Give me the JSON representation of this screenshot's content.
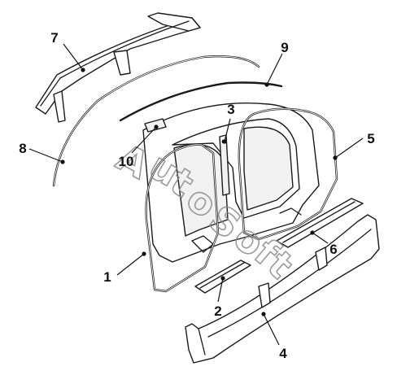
{
  "diagram": {
    "callouts": [
      {
        "id": "c1",
        "label": "1"
      },
      {
        "id": "c2",
        "label": "2"
      },
      {
        "id": "c3",
        "label": "3"
      },
      {
        "id": "c4",
        "label": "4"
      },
      {
        "id": "c5",
        "label": "5"
      },
      {
        "id": "c6",
        "label": "6"
      },
      {
        "id": "c7",
        "label": "7"
      },
      {
        "id": "c8",
        "label": "8"
      },
      {
        "id": "c9",
        "label": "9"
      },
      {
        "id": "c10",
        "label": "10"
      }
    ],
    "watermark": "AutoSoft"
  }
}
